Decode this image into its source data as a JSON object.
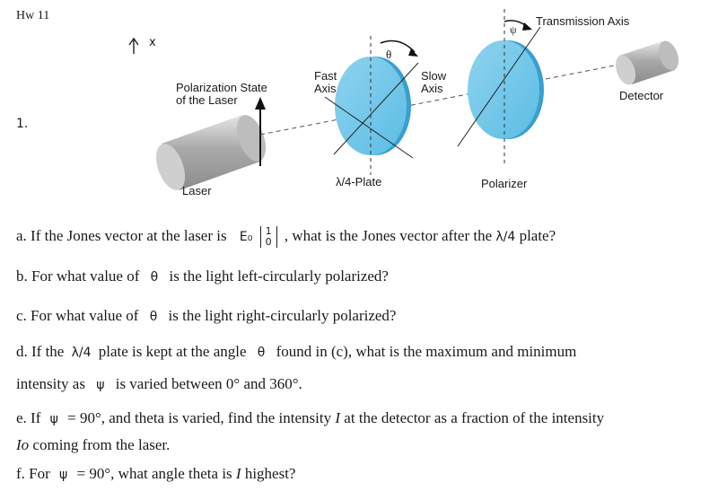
{
  "header": {
    "title": "Hw 11",
    "axis_mark": "x",
    "problem_number": "1."
  },
  "diagram": {
    "laser": "Laser",
    "polarization_state": [
      "Polarization State",
      "of the Laser"
    ],
    "fast_axis": [
      "Fast",
      "Axis"
    ],
    "slow_axis": [
      "Slow",
      "Axis"
    ],
    "theta": "θ",
    "psi": "ψ",
    "quarter_wave": "λ/4-Plate",
    "polarizer": "Polarizer",
    "transmission_axis": "Transmission Axis",
    "detector": "Detector"
  },
  "questions": {
    "a": {
      "pre": "a. If the Jones vector at the laser is",
      "vec_label": "E₀",
      "vec": [
        "1",
        "0"
      ],
      "post": ", what is the Jones vector after the",
      "plate": "λ/4",
      "end": "plate?"
    },
    "b": {
      "pre": "b. For what value of",
      "sym": "θ",
      "post": "is the light left-circularly polarized?"
    },
    "c": {
      "pre": "c. For what value of",
      "sym": "θ",
      "post": "is the light right-circularly polarized?"
    },
    "d": {
      "pre": "d. If the",
      "plate": "λ/4",
      "mid": "plate is kept at the angle",
      "sym": "θ",
      "post": "found in (c), what is the maximum and minimum",
      "line2_pre": "intensity as",
      "psi": "ψ",
      "line2_post": "is varied between 0° and 360°."
    },
    "e": {
      "pre": "e. If",
      "psi": "ψ",
      "post": "= 90°, and theta is varied, find the intensity",
      "I": "I",
      "post2": "at the detector as a fraction of the intensity",
      "line2_I": "Io",
      "line2": "coming from the laser."
    },
    "f": {
      "pre": "f. For",
      "psi": "ψ",
      "mid": "= 90°, what angle theta is",
      "I": "I",
      "post": "highest?"
    }
  }
}
